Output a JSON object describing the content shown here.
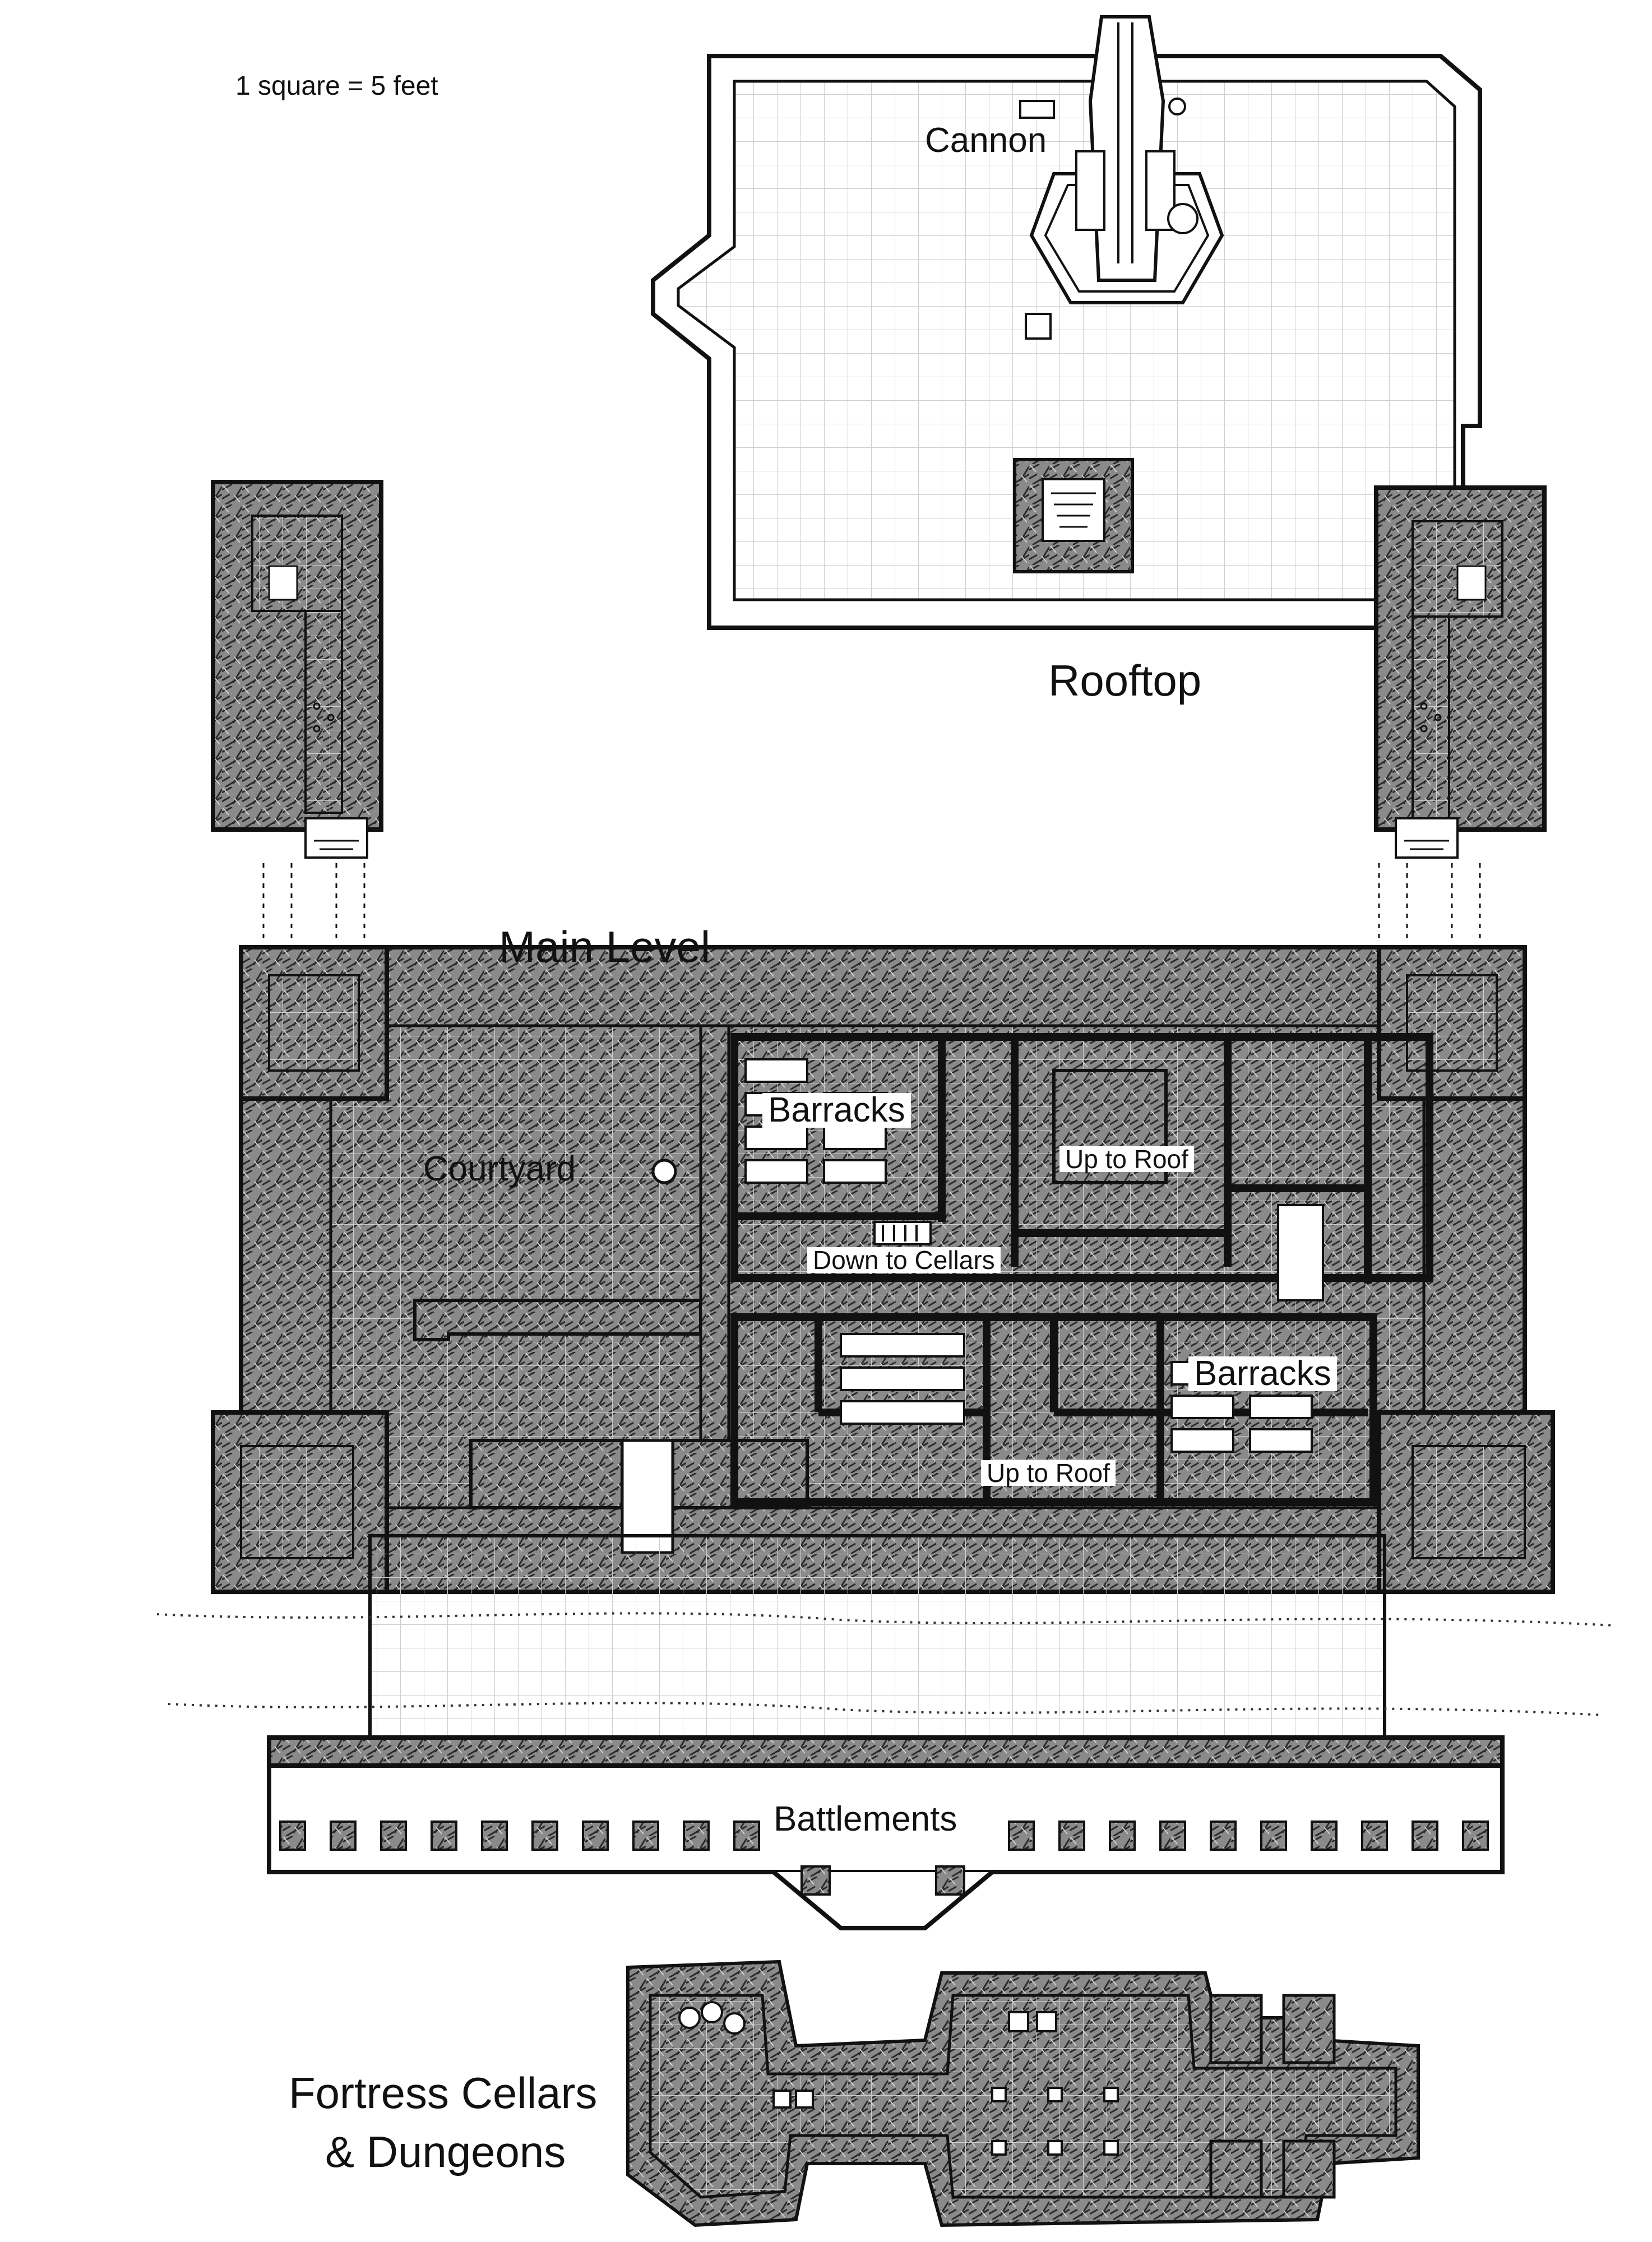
{
  "scale": "1 square = 5 feet",
  "areas": {
    "rooftop": "Rooftop",
    "main_level": "Main Level",
    "cellars_line1": "Fortress Cellars",
    "cellars_line2": "& Dungeons"
  },
  "rooms": {
    "cannon": "Cannon",
    "courtyard": "Courtyard",
    "barracks_north": "Barracks",
    "barracks_south": "Barracks",
    "up_to_roof_north": "Up to Roof",
    "up_to_roof_south": "Up to Roof",
    "down_to_cellars": "Down to Cellars",
    "battlements": "Battlements"
  },
  "colors": {
    "ink": "#111111",
    "grid": "#cfcfcf",
    "stone_fill": "#6b6b6b",
    "floor": "#ffffff"
  }
}
